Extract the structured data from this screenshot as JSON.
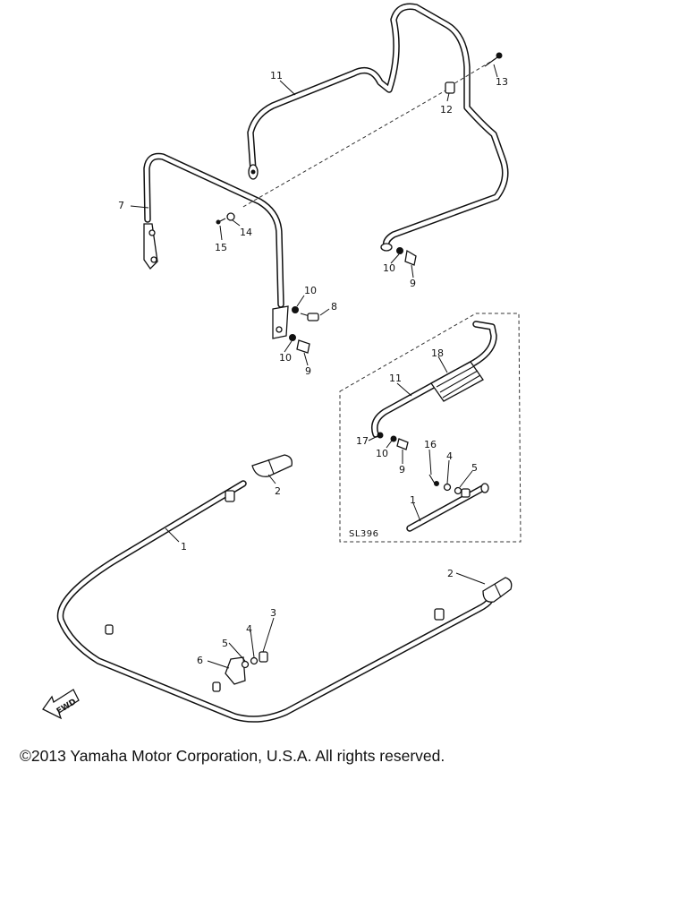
{
  "diagram": {
    "callouts": [
      "1",
      "2",
      "3",
      "4",
      "5",
      "6",
      "7",
      "8",
      "9",
      "10",
      "11",
      "12",
      "13",
      "14",
      "15",
      "16",
      "17",
      "18"
    ],
    "inset_code": "SL396",
    "fwd_label": "FWD"
  },
  "footer": {
    "copyright": "©2013 Yamaha Motor Corporation, U.S.A. All rights reserved."
  }
}
